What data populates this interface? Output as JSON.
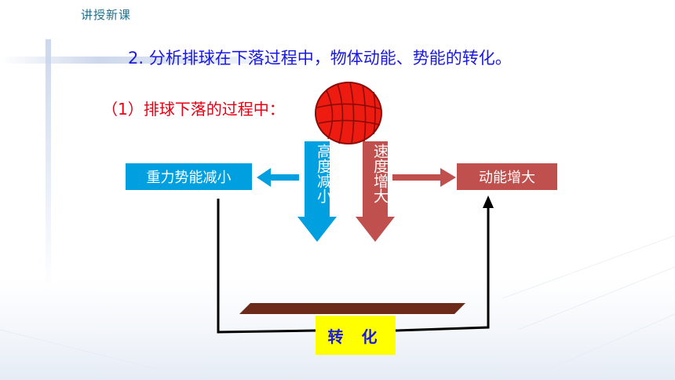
{
  "section_tag": "讲授新课",
  "main_title": "2. 分析排球在下落过程中，物体动能、势能的转化。",
  "sub_title": "（1）排球下落的过程中：",
  "diagram": {
    "potential_energy_box": "重力势能减小",
    "kinetic_energy_box": "动能增大",
    "height_label": "高度减小",
    "speed_label": "速度增大",
    "conversion_box": "转 化"
  },
  "colors": {
    "title_blue": "#1a1adc",
    "subtitle_red": "#e60012",
    "potential_blue": "#00a0e0",
    "kinetic_red": "#c0504d",
    "ball_red": "#ee1c10",
    "ground_brown": "#6b2a1a",
    "conversion_yellow": "#ffff00"
  },
  "icons": {
    "ball": "volleyball-icon",
    "blue_left_arrow": "arrow-left-icon",
    "blue_down_arrow": "arrow-down-icon",
    "red_down_arrow": "arrow-down-icon",
    "red_right_arrow": "arrow-right-icon"
  }
}
